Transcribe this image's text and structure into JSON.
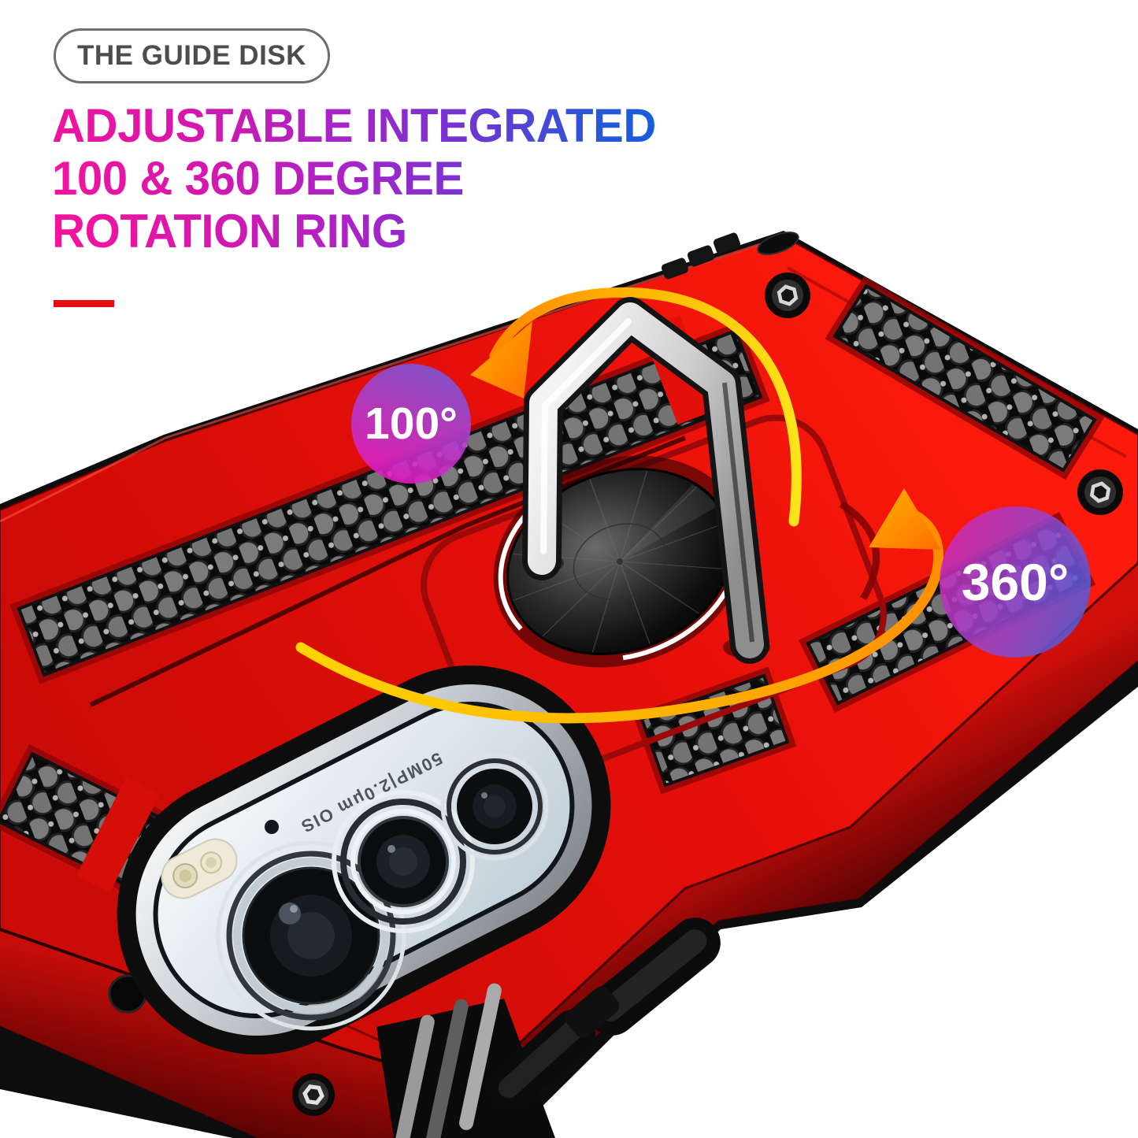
{
  "header": {
    "badge_label": "THE GUIDE DISK",
    "title_lines": [
      "ADJUSTABLE INTEGRATED",
      "100 & 360 DEGREE",
      "ROTATION RING"
    ],
    "title_gradient": [
      "#f7129b",
      "#a624c8",
      "#135fdd"
    ],
    "accent_dash_color": "#e60d12"
  },
  "badges": {
    "flip": {
      "label": "100°",
      "gradient": [
        "#6f5bd8",
        "#ec13bc"
      ]
    },
    "spin": {
      "label": "360°",
      "gradient": [
        "#d028b2",
        "#4560d8"
      ]
    }
  },
  "case": {
    "color_name": "red",
    "body_color": "#e50f09",
    "texture": "honeycomb-armor",
    "camera_label": "50MP|2.0μm OIS",
    "arrow_colors": [
      "#ffe31a",
      "#ff8800"
    ],
    "ring_color": "#d9d9d9",
    "disk_color": "#111111"
  }
}
